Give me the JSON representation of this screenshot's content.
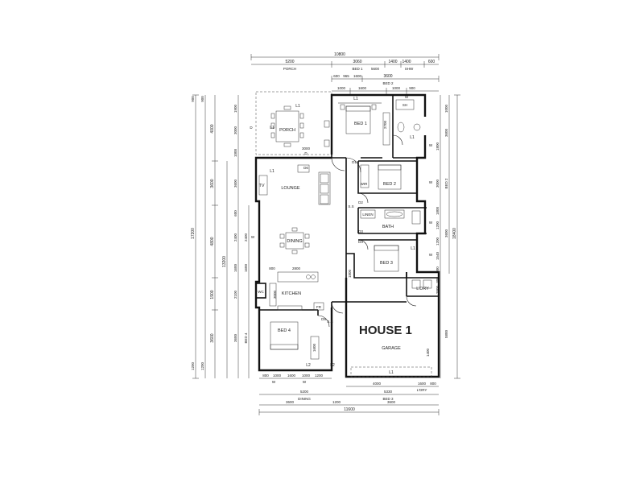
{
  "title": "HOUSE 1",
  "rooms": {
    "porch": "PORCH",
    "bed1": "BED 1",
    "bed2": "BED 2",
    "bed3": "BED 3",
    "bed4": "BED 4",
    "lounge": "LOUNGE",
    "dining": "DINING",
    "kitchen": "KITCHEN",
    "bath": "BATH",
    "garage": "GARAGE",
    "ldry": "L'DRY",
    "tv": "TV",
    "fr": "FR",
    "wc": "WC"
  },
  "lights": [
    "L1",
    "L1",
    "L1",
    "L1",
    "L1",
    "L1",
    "L2",
    "L2",
    "L1",
    "L1"
  ],
  "top_dims": {
    "overall": "10800",
    "d1": [
      "5200",
      "3060",
      "1400",
      "1400",
      "600"
    ],
    "l1": [
      "PORCH",
      "BED 1",
      "SHW"
    ],
    "d2": [
      "5600"
    ],
    "d3": [
      "600",
      "965",
      "1600",
      "3600"
    ],
    "l3": [
      "BED 2"
    ],
    "d4": [
      "1000",
      "1600",
      "1000",
      "900"
    ]
  },
  "bottom_dims": {
    "r1": [
      "800",
      "1000",
      "1600",
      "1000",
      "1200"
    ],
    "r2": [
      "4000",
      "1600",
      "800"
    ],
    "r2l": [
      "L'DRY"
    ],
    "r3": [
      "5200",
      "5330"
    ],
    "r3l": [
      "DINING",
      "BED 3"
    ],
    "r4": [
      "3600",
      "1200",
      "3600"
    ],
    "overall": "11600"
  },
  "left_dims": {
    "outer": "17200",
    "mid": "13200",
    "inner": [
      "4000",
      "3600",
      "4800",
      "1900",
      "3600"
    ],
    "tiny": [
      "1200",
      "1200",
      "900",
      "900"
    ],
    "bed4": "BED 4",
    "seg": [
      "1900",
      "3000",
      "1000",
      "3600",
      "600",
      "2400",
      "2400",
      "1600",
      "2100",
      "1600"
    ]
  },
  "right_dims": {
    "outer": "18400",
    "bed2": "BED 2",
    "seg": [
      "1000",
      "3600",
      "1800",
      "3000",
      "1800",
      "1200",
      "3600",
      "1200",
      "1540",
      "900",
      "300",
      "2000",
      "5800",
      "1400",
      "1000"
    ]
  },
  "interior_dims": [
    "2800",
    "3000",
    "2800",
    "2700",
    "1600",
    "3600",
    "1800",
    "1800",
    "1600",
    "2000",
    "1500",
    "1500"
  ],
  "tags": [
    "D",
    "D",
    "D1",
    "D2",
    "D3",
    "D4",
    "D5",
    "D6",
    "W",
    "W",
    "W",
    "W",
    "W",
    "W",
    "W",
    "W"
  ],
  "labels": {
    "garage_door": "L1",
    "ss": "S.S",
    "ss2": "S.S",
    "linen": "LINEN",
    "wir": "WIR",
    "sh": "SH"
  }
}
